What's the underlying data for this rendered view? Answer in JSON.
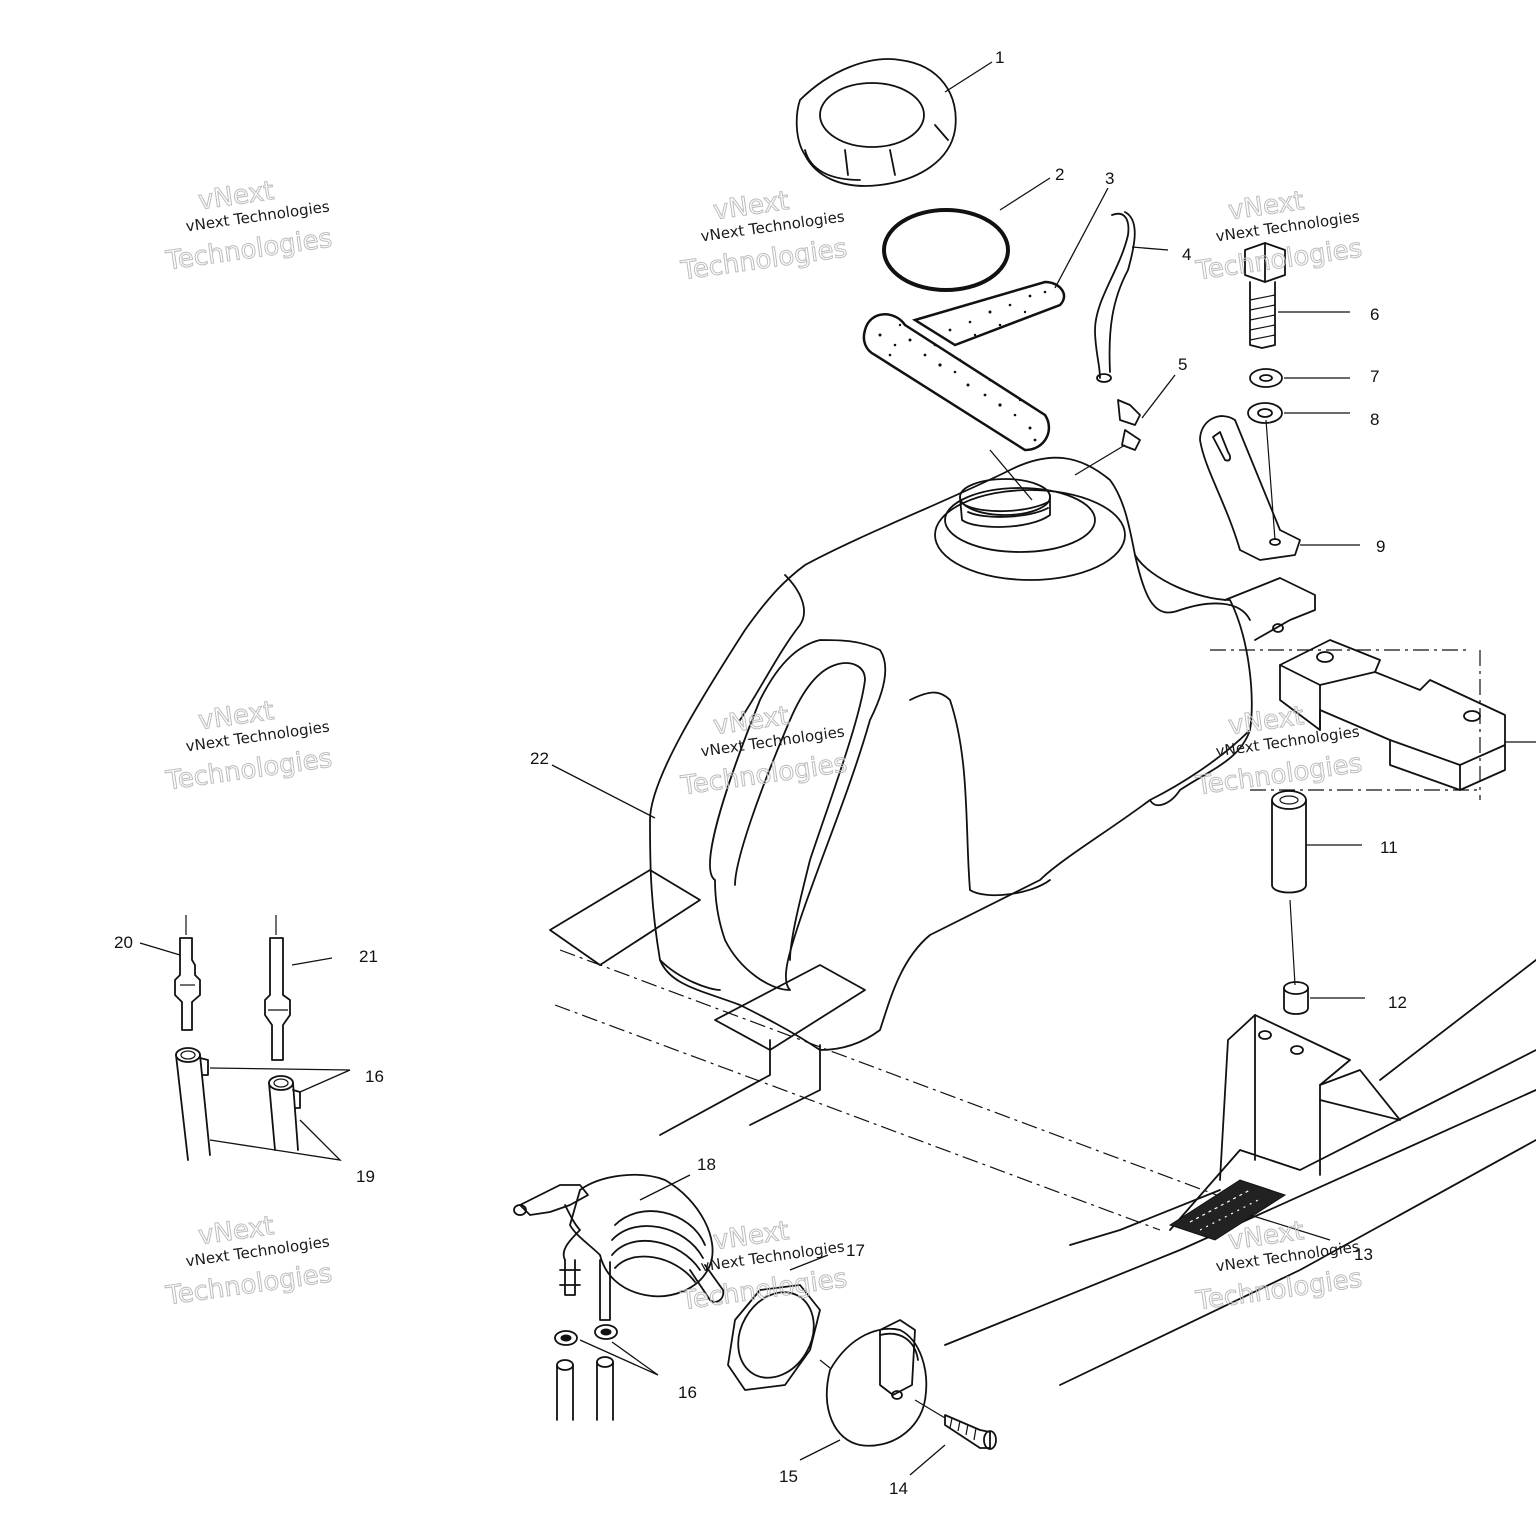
{
  "diagram": {
    "callouts": [
      "1",
      "2",
      "3",
      "4",
      "5",
      "6",
      "7",
      "8",
      "9",
      "11",
      "12",
      "13",
      "14",
      "15",
      "16",
      "17",
      "18",
      "19",
      "20",
      "21",
      "22"
    ],
    "watermark": {
      "line1": "vNext Technologies",
      "line2": "vNext Technologies"
    },
    "icons": [
      "fuel-cap",
      "o-ring",
      "foam-strip",
      "vent-hose",
      "vent-fitting",
      "fuel-tank",
      "bolt",
      "lock-washer",
      "flat-washer",
      "mounting-bracket",
      "spacer",
      "bushing",
      "frame",
      "adhesive-pad",
      "screw",
      "fuel-filter-cover",
      "jam-nut",
      "fuel-valve",
      "hose-clamp",
      "fuel-hose",
      "hose-fitting"
    ]
  }
}
